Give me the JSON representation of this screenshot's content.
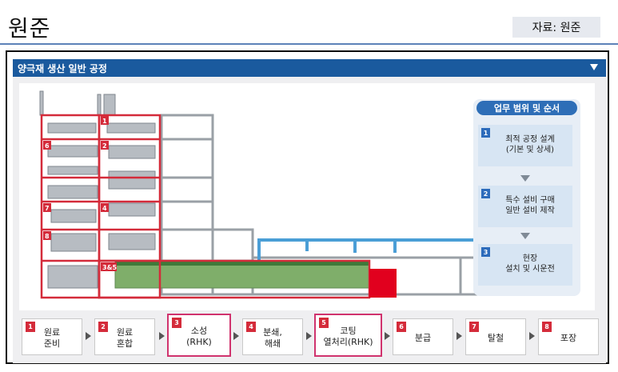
{
  "header": {
    "title": "원준",
    "source": "자료: 원준"
  },
  "panel": {
    "title": "양극재 생산 일반 공정",
    "collapse_icon": "triangle-down-icon"
  },
  "scope": {
    "title": "업무 범위 및 순서",
    "steps": [
      {
        "num": "1",
        "label": "최적 공정 설계\n(기본 및 상세)"
      },
      {
        "num": "2",
        "label": "특수 설비 구매\n일반 설비 제작"
      },
      {
        "num": "3",
        "label": "현장\n설치 및 시운전"
      }
    ]
  },
  "process_steps": [
    {
      "num": "1",
      "label": "원료\n준비"
    },
    {
      "num": "2",
      "label": "원료\n혼합"
    },
    {
      "num": "3",
      "label": "소성\n(RHK)"
    },
    {
      "num": "4",
      "label": "분쇄,\n해쇄"
    },
    {
      "num": "5",
      "label": "코팅\n열처리(RHK)"
    },
    {
      "num": "6",
      "label": "분급"
    },
    {
      "num": "7",
      "label": "탈철"
    },
    {
      "num": "8",
      "label": "포장"
    }
  ],
  "plant_labels": [
    "1",
    "2",
    "3&5",
    "4",
    "6",
    "7",
    "8"
  ],
  "colors": {
    "header_blue": "#1a5a9e",
    "number_red": "#d42b3a",
    "highlight_pink": "#d0336e",
    "scope_blue": "#2e6eb7"
  }
}
